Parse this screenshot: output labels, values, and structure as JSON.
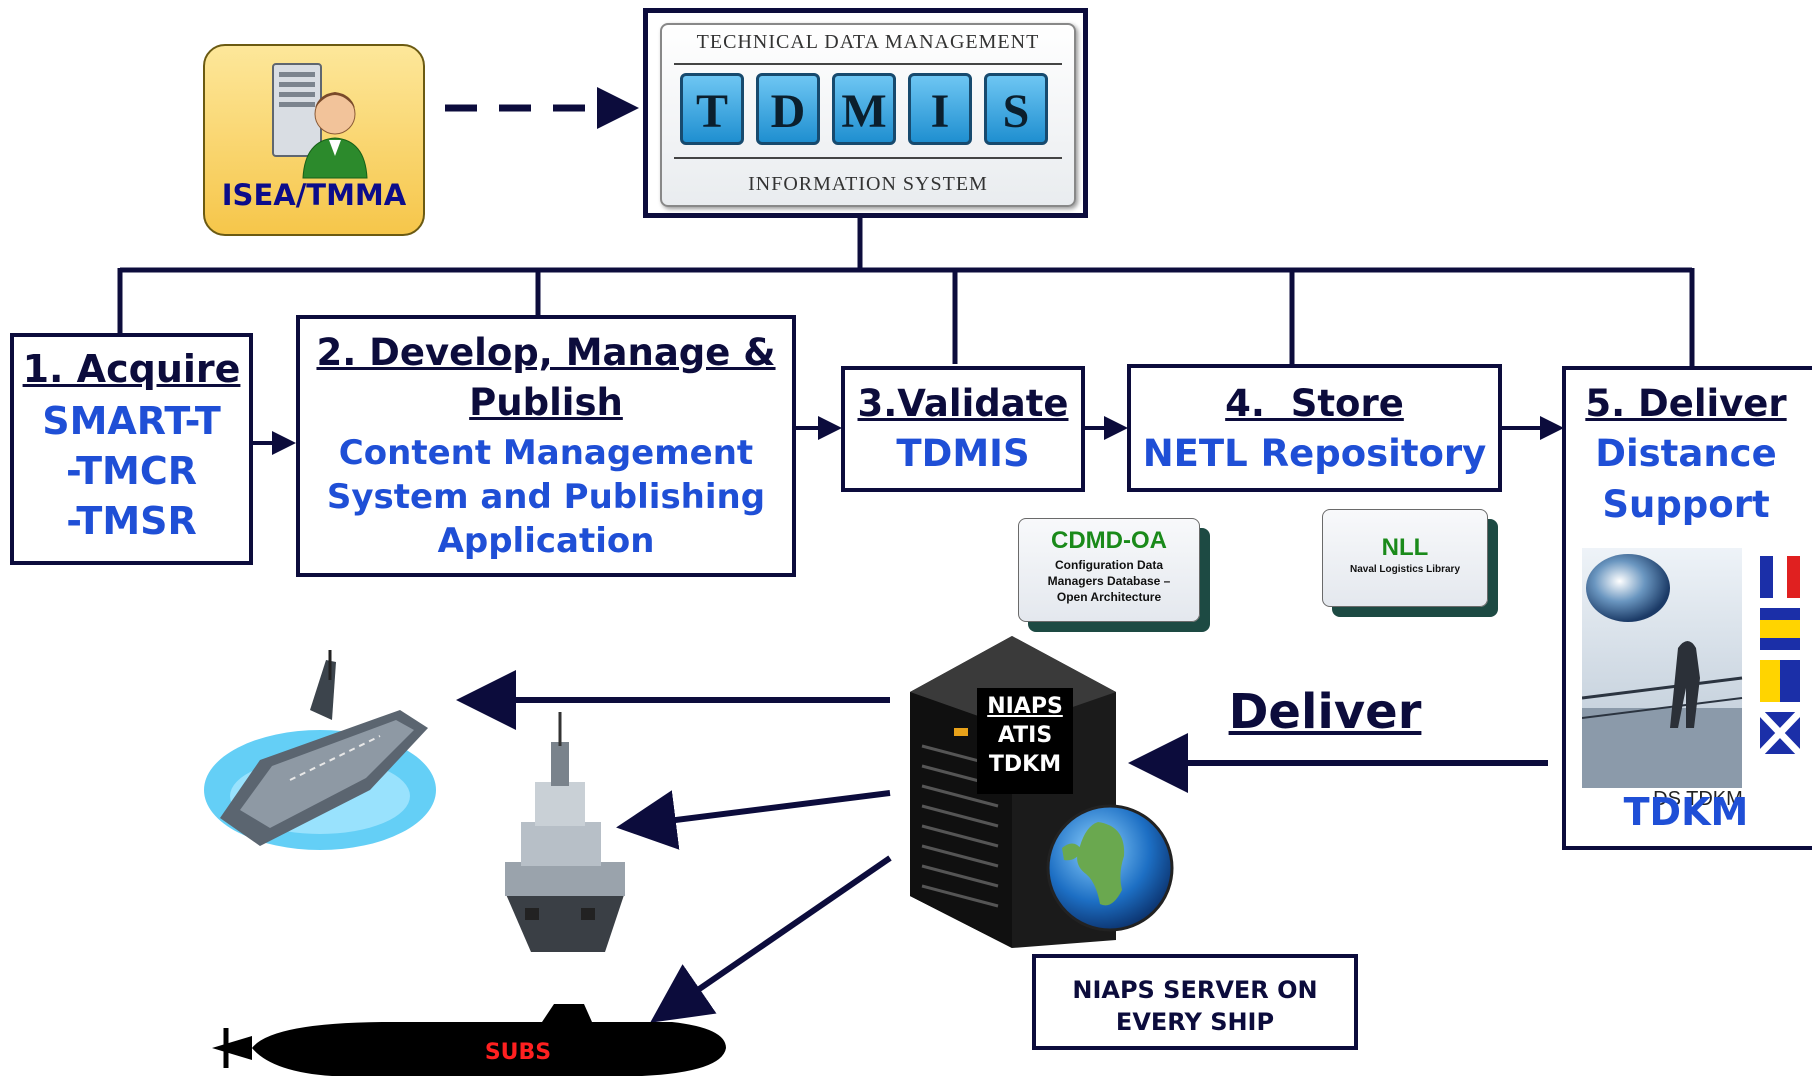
{
  "user": {
    "label": "ISEA/TMMA"
  },
  "logo": {
    "top_text": "TECHNICAL DATA MANAGEMENT",
    "letters": [
      "T",
      "D",
      "M",
      "I",
      "S"
    ],
    "bottom_text": "INFORMATION SYSTEM"
  },
  "steps": [
    {
      "title": "1. Acquire",
      "lines": [
        "SMART-T",
        "-TMCR",
        "-TMSR"
      ]
    },
    {
      "title": "2. Develop, Manage &",
      "title2": "Publish",
      "lines": [
        "Content Management",
        "System and Publishing",
        "Application"
      ]
    },
    {
      "title": "3.Validate",
      "lines": [
        "TDMIS"
      ]
    },
    {
      "title": "4.  Store",
      "lines": [
        "NETL Repository"
      ]
    },
    {
      "title": "5. Deliver",
      "lines": [
        "Distance",
        "Support"
      ],
      "bottom": "TDKM",
      "overlap": "DS TDKM"
    }
  ],
  "databases": [
    {
      "name": "CDMD-OA",
      "desc": "Configuration Data Managers Database – Open Architecture"
    },
    {
      "name": "NLL",
      "desc": "Naval Logistics Library"
    }
  ],
  "server": {
    "lines": [
      "NIAPS",
      "ATIS",
      "TDKM"
    ]
  },
  "deliver_label": "Deliver",
  "niaps_note": "NIAPS SERVER ON EVERY SHIP",
  "subs_label": "SUBS",
  "colors": {
    "navy": "#0c0c3c",
    "blue": "#1f4fd6",
    "green": "#1a8a1a",
    "red": "#ff2020"
  }
}
